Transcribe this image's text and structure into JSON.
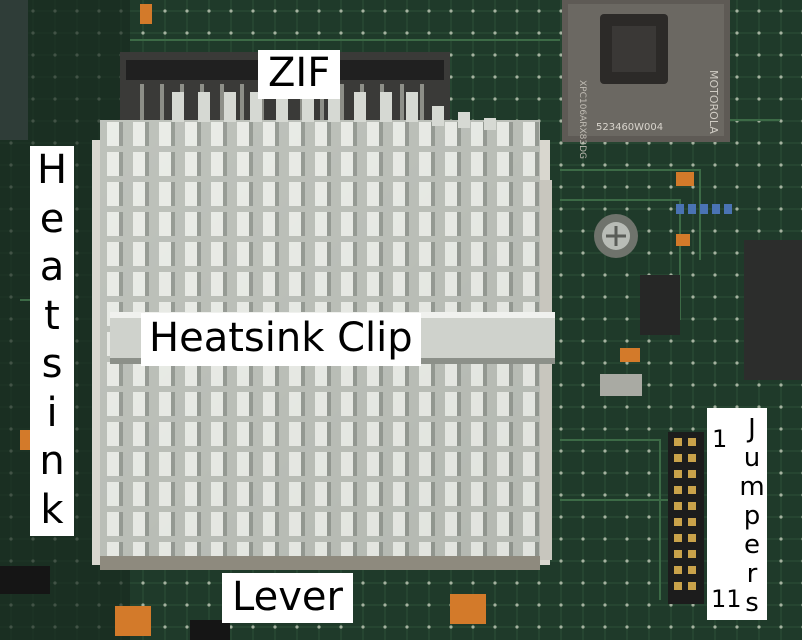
{
  "labels": {
    "zif": "ZIF",
    "heatsink": [
      "H",
      "e",
      "a",
      "t",
      "s",
      "i",
      "n",
      "k"
    ],
    "heatsink_clip": "Heatsink Clip",
    "lever": "Lever",
    "jumpers": [
      "J",
      "u",
      "m",
      "p",
      "e",
      "r",
      "s"
    ],
    "jumper_first": "1",
    "jumper_last": "11"
  },
  "chip": {
    "brand": "MOTOROLA",
    "code": "XPC106ARX83DG",
    "serial": "523460W004"
  },
  "colors": {
    "board": "#1f3a2a",
    "heatsink": "#c9ccc6",
    "label_bg": "#ffffff",
    "label_text": "#000000"
  }
}
